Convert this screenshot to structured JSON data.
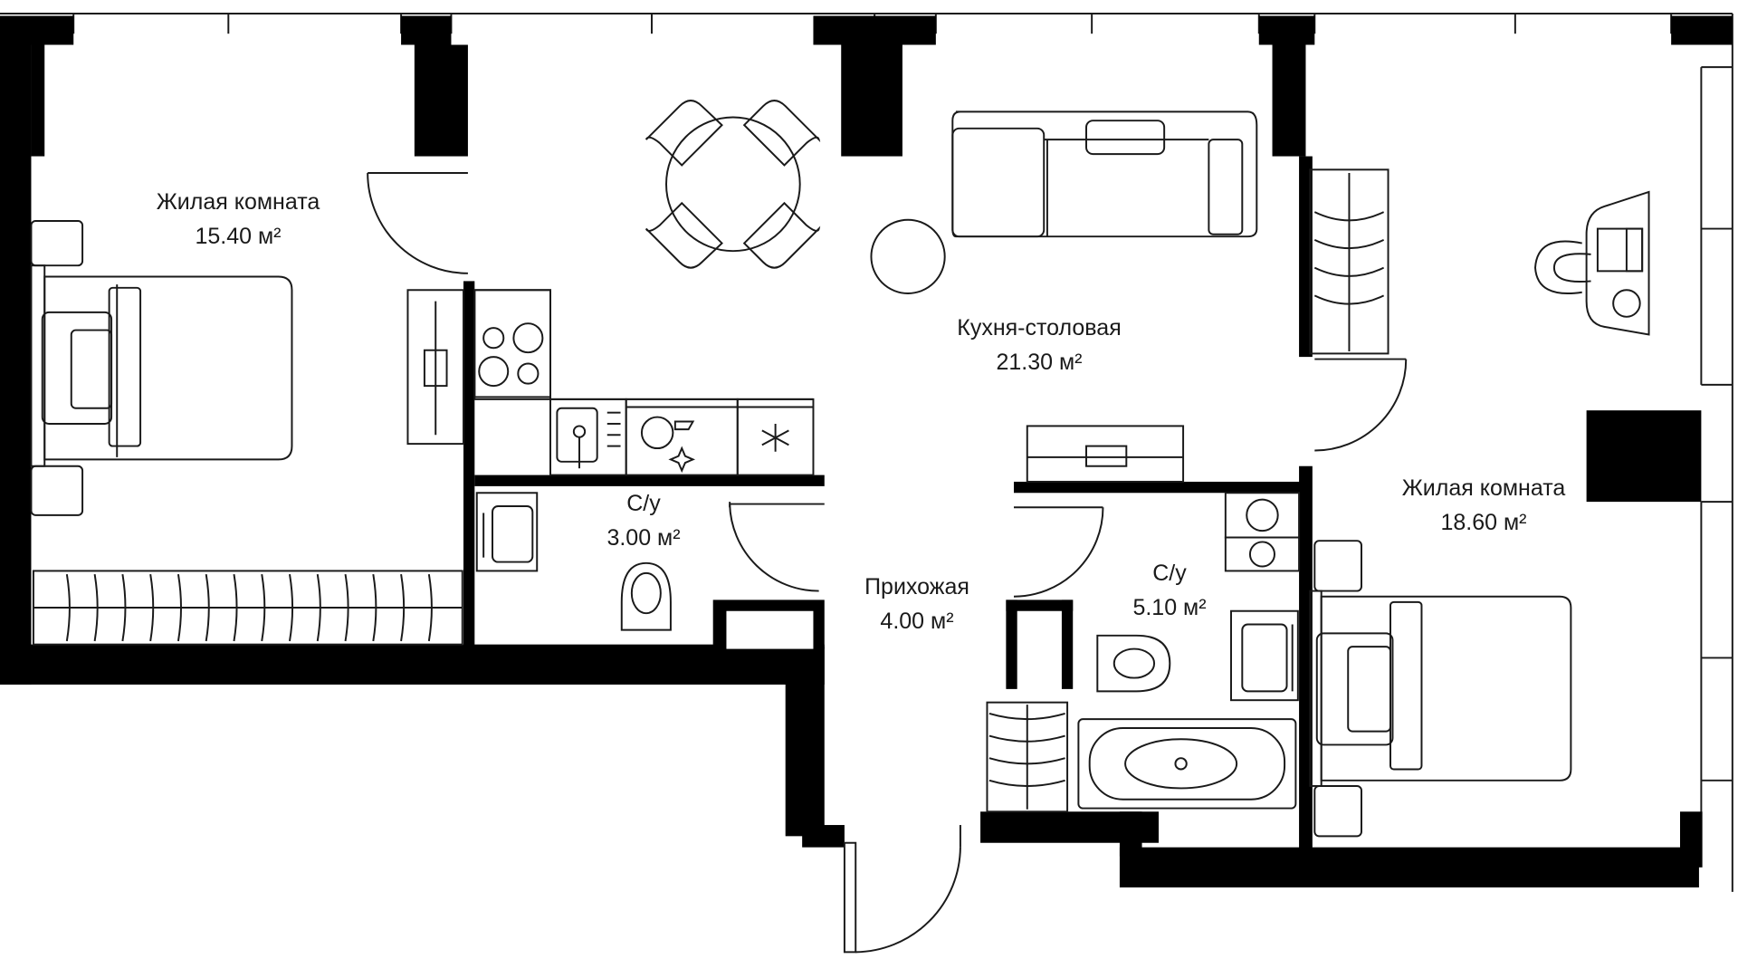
{
  "rooms": {
    "living_left": {
      "name": "Жилая комната",
      "area": "15.40 м²"
    },
    "kitchen": {
      "name": "Кухня-столовая",
      "area": "21.30 м²"
    },
    "bath_small": {
      "name": "С/у",
      "area": "3.00 м²"
    },
    "hall": {
      "name": "Прихожая",
      "area": "4.00 м²"
    },
    "bath_large": {
      "name": "С/у",
      "area": "5.10 м²"
    },
    "living_right": {
      "name": "Жилая комната",
      "area": "18.60 м²"
    }
  },
  "colors": {
    "wall": "#000000",
    "line": "#1a1a1a",
    "background": "#ffffff"
  },
  "icons": [
    "stove-icon",
    "sink-icon",
    "dishwasher-icon",
    "fridge-snowflake-icon",
    "toilet-icon",
    "bathtub-icon",
    "washing-machine-icon",
    "dryer-icon",
    "bed-icon",
    "sofa-icon",
    "table-icon",
    "desk-icon",
    "wardrobe-icon",
    "door-icon"
  ]
}
